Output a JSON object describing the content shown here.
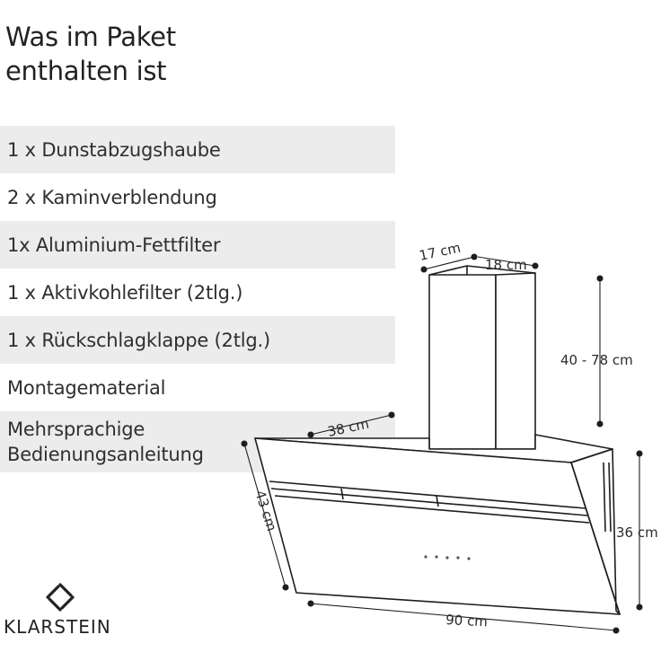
{
  "title": {
    "line1": "Was im Paket",
    "line2": "enthalten ist"
  },
  "items": [
    {
      "label": "1 x Dunstabzugshaube"
    },
    {
      "label": "2 x Kaminverblendung"
    },
    {
      "label": "1x Aluminium-Fettfilter"
    },
    {
      "label": "1 x Aktivkohlefilter (2tlg.)"
    },
    {
      "label": "1 x Rückschlagklappe (2tlg.)"
    },
    {
      "label": "Montagematerial"
    },
    {
      "label_line1": "Mehrsprachige",
      "label_line2": "Bedienungsanleitung"
    }
  ],
  "dimensions": {
    "chimney_depth": "17 cm",
    "chimney_width": "18 cm",
    "chimney_height": "40 - 78 cm",
    "hood_depth": "38 cm",
    "hood_slant": "43 cm",
    "hood_height": "36 cm",
    "hood_width": "90 cm"
  },
  "brand": {
    "name": "KLARSTEIN"
  },
  "colors": {
    "row_shade": "#ececec",
    "text": "#2b2b2b",
    "line": "#1e1e1e"
  }
}
